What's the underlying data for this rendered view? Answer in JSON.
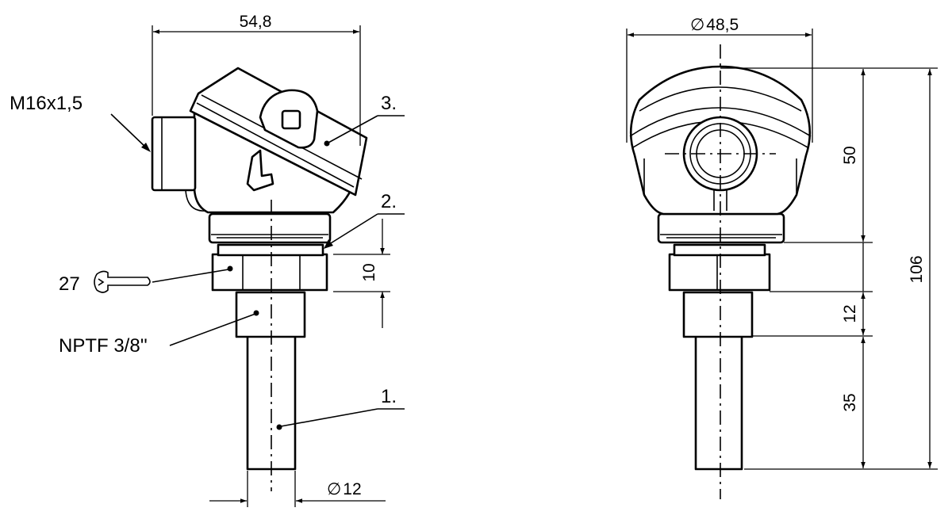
{
  "dimensions": {
    "width_side": "54,8",
    "diameter_head": "48,5",
    "height_total": "106",
    "height_head": "50",
    "hex_height": "10",
    "thread_height": "12",
    "probe_length": "35",
    "probe_diameter": "12",
    "diameter_symbol": "∅"
  },
  "labels": {
    "cable_gland": "M16x1,5",
    "wrench_size": "27",
    "thread": "NPTF 3/8''",
    "item_1": "1.",
    "item_2": "2.",
    "item_3": "3."
  },
  "icons": {
    "wrench": "open-end-wrench-icon",
    "diameter": "diameter-symbol-icon"
  }
}
